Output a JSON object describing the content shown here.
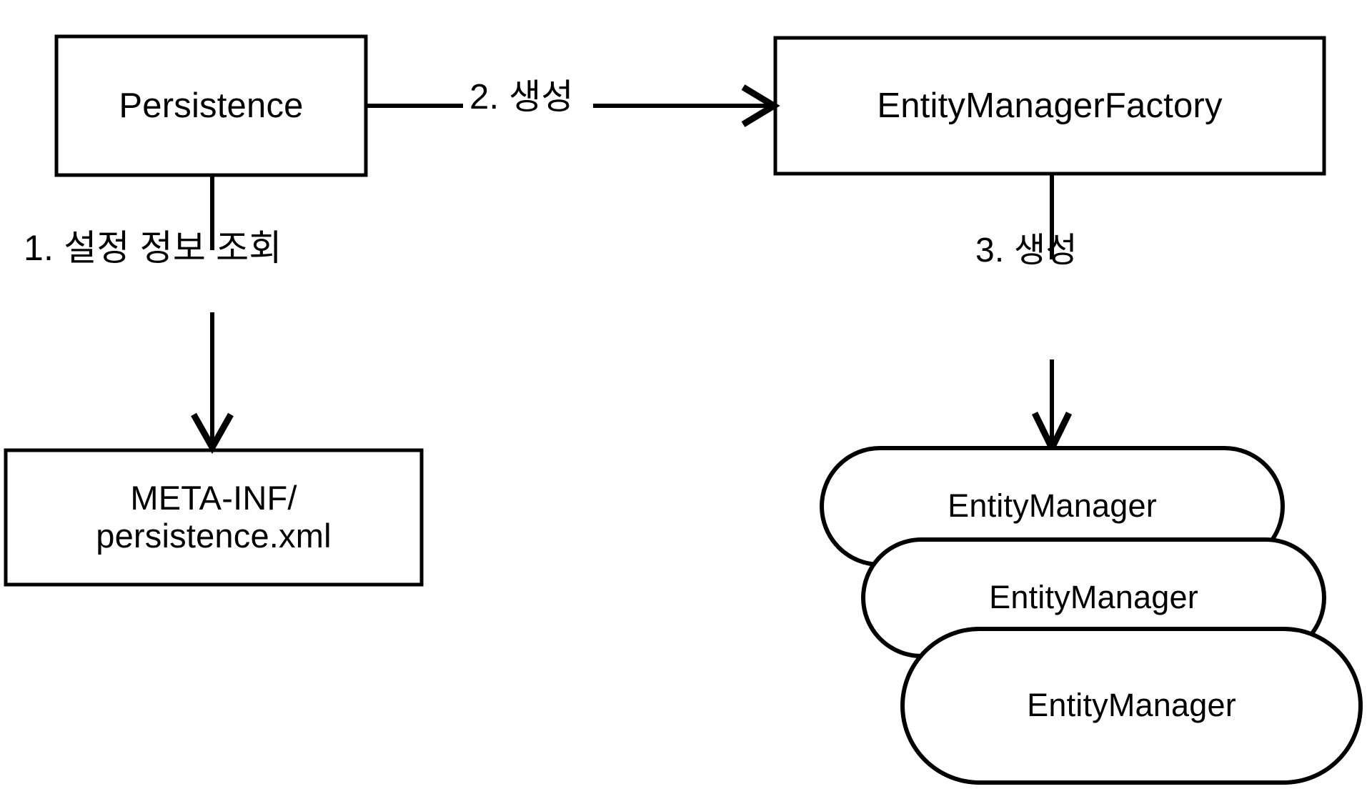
{
  "diagram": {
    "title": "JPA Persistence bootstrap flow",
    "background_color": "#ffffff",
    "stroke_color": "#000000",
    "nodes": {
      "persistence": {
        "label": "Persistence",
        "shape": "rectangle"
      },
      "entity_manager_factory": {
        "label": "EntityManagerFactory",
        "shape": "rectangle"
      },
      "meta_inf": {
        "label": "META-INF/\npersistence.xml",
        "shape": "rectangle"
      },
      "entity_manager_1": {
        "label": "EntityManager",
        "shape": "stadium"
      },
      "entity_manager_2": {
        "label": "EntityManager",
        "shape": "stadium"
      },
      "entity_manager_3": {
        "label": "EntityManager",
        "shape": "stadium"
      }
    },
    "edges": [
      {
        "id": "edge-1",
        "label": "1. 설정 정보 조회",
        "from": "persistence",
        "to": "meta_inf",
        "direction": "down",
        "arrow": true
      },
      {
        "id": "edge-2",
        "label": "2. 생성",
        "from": "persistence",
        "to": "entity_manager_factory",
        "direction": "right",
        "arrow": true
      },
      {
        "id": "edge-3",
        "label": "3. 생성",
        "from": "entity_manager_factory",
        "to": "entity_manager_1",
        "direction": "down",
        "arrow": true
      }
    ]
  }
}
